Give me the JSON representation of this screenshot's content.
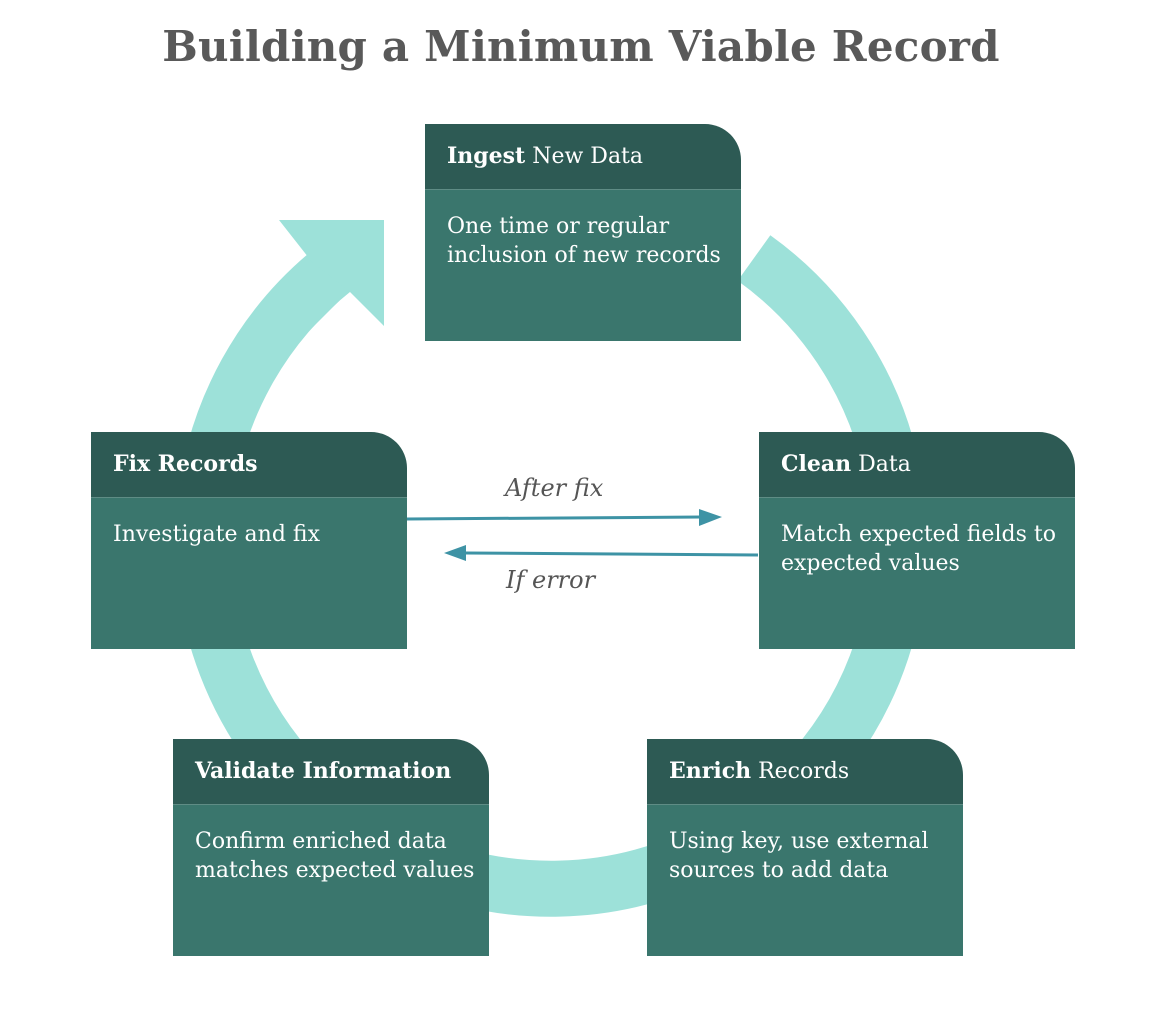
{
  "title": "Building a Minimum Viable Record",
  "colors": {
    "ring": "#9de1d9",
    "card_header": "#2d5a54",
    "card_body": "#3a766d",
    "connector": "#3e93a5",
    "title_text": "#595959"
  },
  "steps": [
    {
      "bold": "Ingest",
      "rest": " New Data",
      "description": "One time or regular inclusion of new records"
    },
    {
      "bold": "Clean",
      "rest": " Data",
      "description": "Match expected fields to expected values"
    },
    {
      "bold": "Enrich",
      "rest": " Records",
      "description": "Using key, use external sources to add data"
    },
    {
      "bold": "Validate Information",
      "rest": "",
      "description": "Confirm enriched data matches expected values"
    },
    {
      "bold": "Fix Records",
      "rest": "",
      "description": "Investigate and fix"
    }
  ],
  "connectors": {
    "forward_label": "After fix",
    "backward_label": "If error"
  },
  "icons": {
    "cycle": "circular-cycle-arrow",
    "forward": "arrow-right",
    "backward": "arrow-left"
  }
}
